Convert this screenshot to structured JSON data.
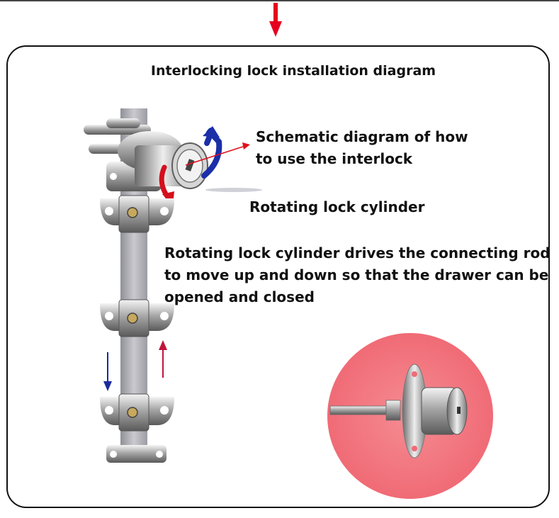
{
  "title": "Interlocking lock installation diagram",
  "labels": {
    "schematic": "Schematic diagram of how to use the interlock",
    "rotating_cylinder": "Rotating lock cylinder",
    "description": "Rotating lock cylinder drives the connecting rod to move up and down so that the drawer can be opened and closed"
  },
  "colors": {
    "pointer_arrow": "#e6001e",
    "rod": "#b9b9be",
    "rotate_blue": "#1a2fa8",
    "rotate_red": "#d4101c",
    "motion_down": "#1b2b9a",
    "motion_up": "#c0143a",
    "photo_circle": "#f47a82"
  }
}
